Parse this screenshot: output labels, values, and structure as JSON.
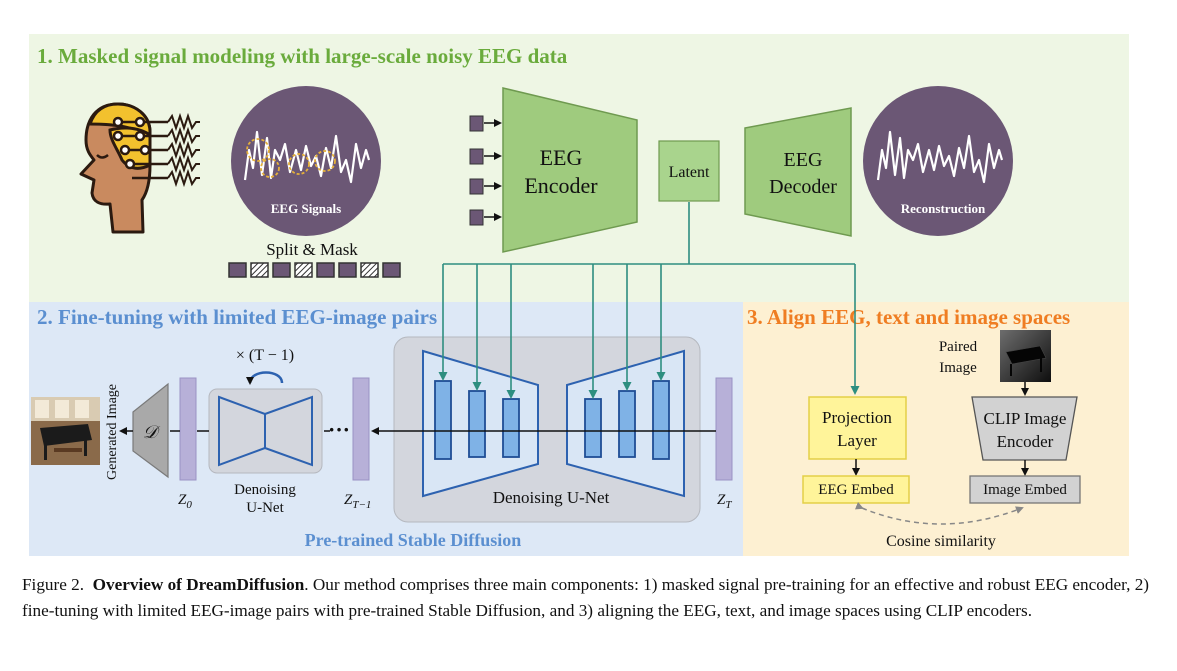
{
  "sections": {
    "s1_title": "1. Masked signal modeling with large-scale noisy EEG data",
    "s2_title": "2. Fine-tuning with limited EEG-image pairs",
    "s3_title": "3. Align EEG, text and image spaces"
  },
  "stage1": {
    "eeg_signals": "EEG Signals",
    "split_mask": "Split & Mask",
    "encoder_l1": "EEG",
    "encoder_l2": "Encoder",
    "latent": "Latent",
    "decoder_l1": "EEG",
    "decoder_l2": "Decoder",
    "reconstruction": "Reconstruction"
  },
  "stage2": {
    "generated_image": "Generated Image",
    "decoder_symbol": "𝒟",
    "repeat": "× (T − 1)",
    "small_unet_l1": "Denoising",
    "small_unet_l2": "U-Net",
    "z0": "Z",
    "z0_sub": "0",
    "zt1": "Z",
    "zt1_sub": "T−1",
    "zt": "Z",
    "zt_sub": "T",
    "dots": "···",
    "big_unet": "Denoising U-Net",
    "pretrained": "Pre-trained Stable Diffusion"
  },
  "stage3": {
    "paired_l1": "Paired",
    "paired_l2": "Image",
    "projection_l1": "Projection",
    "projection_l2": "Layer",
    "clip_l1": "CLIP Image",
    "clip_l2": "Encoder",
    "eeg_embed": "EEG Embed",
    "image_embed": "Image Embed",
    "cosine": "Cosine similarity"
  },
  "caption": {
    "prefix": "Figure 2.",
    "bold": "Overview of DreamDiffusion",
    "text": ". Our method comprises three main components: 1) masked signal pre-training for an effective and robust EEG encoder, 2) fine-tuning with limited EEG-image pairs with pre-trained Stable Diffusion, and 3) aligning the EEG, text, and image spaces using CLIP encoders."
  },
  "colors": {
    "stage1_bg": "#eef6e4",
    "stage1_title": "#6aab3c",
    "stage2_bg": "#dde8f6",
    "stage2_title": "#5b8fd0",
    "stage3_bg": "#fdf0d2",
    "stage3_title": "#ef7d22",
    "green_block": "#9fcb7e",
    "teal_arrow": "#2e8e80",
    "purple_circle": "#6b5775",
    "unet_blue": "#7fb2e6",
    "yellow_box": "#fff49a"
  }
}
